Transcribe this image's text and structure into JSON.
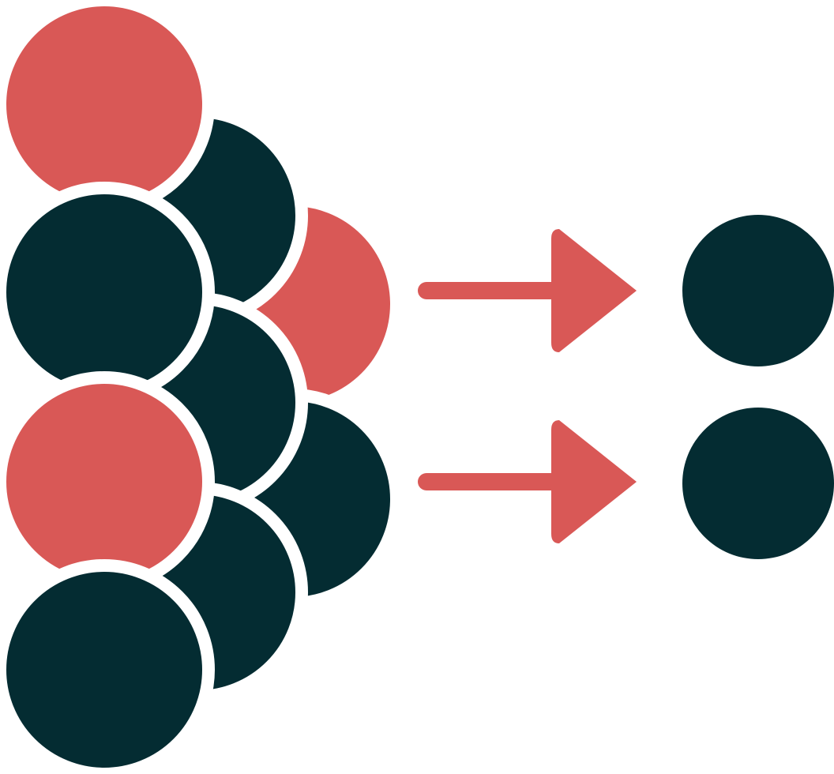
{
  "icon": {
    "name": "data-reduction-icon",
    "colors": {
      "dark": "#042c32",
      "accent": "#d95856",
      "outline": "#ffffff"
    },
    "input_circle_colors": [
      "accent",
      "dark",
      "dark",
      "accent",
      "dark",
      "accent",
      "dark",
      "dark",
      "dark"
    ],
    "output_circle_count": 2,
    "arrow_count": 2
  }
}
